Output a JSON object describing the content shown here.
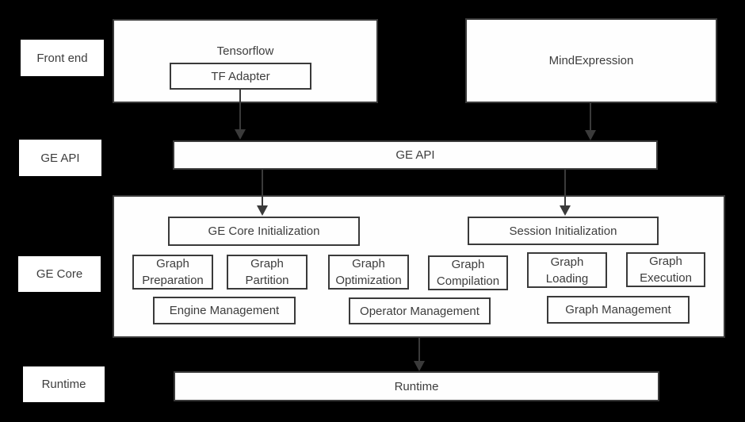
{
  "diagram": {
    "background_color": "#000000",
    "box_fill_color": "#fefefe",
    "border_color": "#3a3a3a",
    "text_color": "#3d3d3d",
    "arrow_color": "#3a3a3a"
  },
  "row_labels": [
    {
      "label": "Front end"
    },
    {
      "label": "GE API"
    },
    {
      "label": "GE Core"
    },
    {
      "label": "Runtime"
    }
  ],
  "front_end": {
    "tensorflow": "Tensorflow",
    "tf_adapter": "TF Adapter",
    "mindexpression": "MindExpression"
  },
  "ge_api_bar": "GE API",
  "ge_core": {
    "init_boxes": [
      "GE Core Initialization",
      "Session Initialization"
    ],
    "pipeline_boxes": [
      "Graph Preparation",
      "Graph Partition",
      "Graph Optimization",
      "Graph Compilation",
      "Graph Loading",
      "Graph Execution"
    ],
    "management_boxes": [
      "Engine Management",
      "Operator Management",
      "Graph Management"
    ]
  },
  "runtime_bar": "Runtime"
}
